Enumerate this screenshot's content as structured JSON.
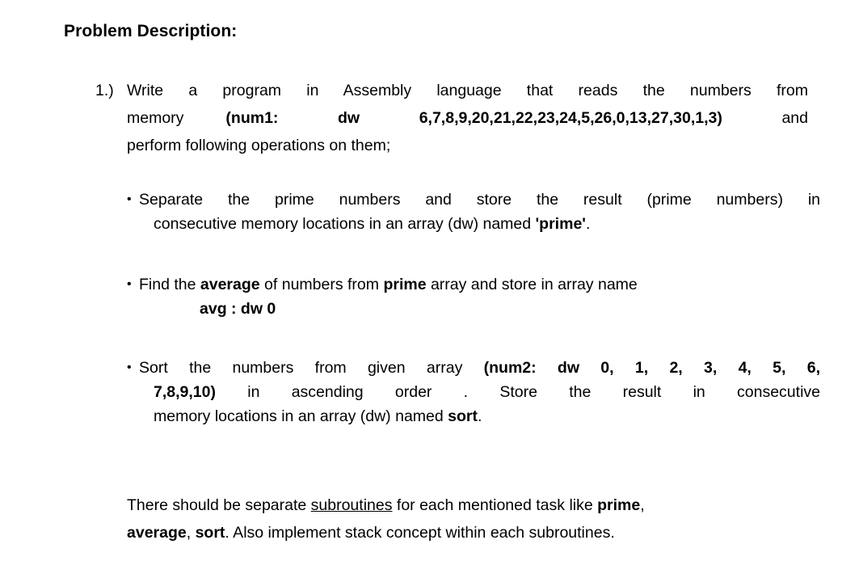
{
  "document": {
    "heading": "Problem Description:",
    "numbered_item": {
      "marker": "1.)",
      "line1": "Write a program in Assembly language that reads the numbers from",
      "line2_prefix": "memory",
      "line2_bold": "(num1: dw 6,7,8,9,20,21,22,23,24,5,26,0,13,27,30,1,3)",
      "line2_suffix": "and",
      "line3": "perform following operations on them;"
    },
    "bullets": [
      {
        "marker": "•",
        "line1": "Separate the prime numbers and store the result (prime numbers) in",
        "line2_a": "consecutive memory locations in an array (dw) named ",
        "line2_bold": "'prime'",
        "line2_b": "."
      },
      {
        "marker": "•",
        "line1_a": "Find the ",
        "line1_bold1": "average",
        "line1_b": " of numbers from ",
        "line1_bold2": "prime",
        "line1_c": " array and store in array name",
        "line2_bold": "avg : dw 0"
      },
      {
        "marker": "•",
        "line1_a": "Sort the numbers from given array ",
        "line1_bold": "(num2: dw 0, 1, 2, 3, 4, 5, 6,",
        "line2_bold": "7,8,9,10)",
        "line2_rest": "in ascending order . Store the result in consecutive",
        "line3_a": "memory locations in an array (dw) named ",
        "line3_bold": "sort",
        "line3_b": "."
      }
    ],
    "closing": {
      "line1_a": "There should be separate ",
      "line1_underline": "subroutines",
      "line1_b": " for each mentioned task like ",
      "line1_bold": "prime",
      "line1_c": ",",
      "line2_bold1": "average",
      "line2_a": ", ",
      "line2_bold2": "sort",
      "line2_b": ". Also implement stack concept within each subroutines."
    }
  },
  "colors": {
    "background": "#ffffff",
    "text": "#000000"
  }
}
